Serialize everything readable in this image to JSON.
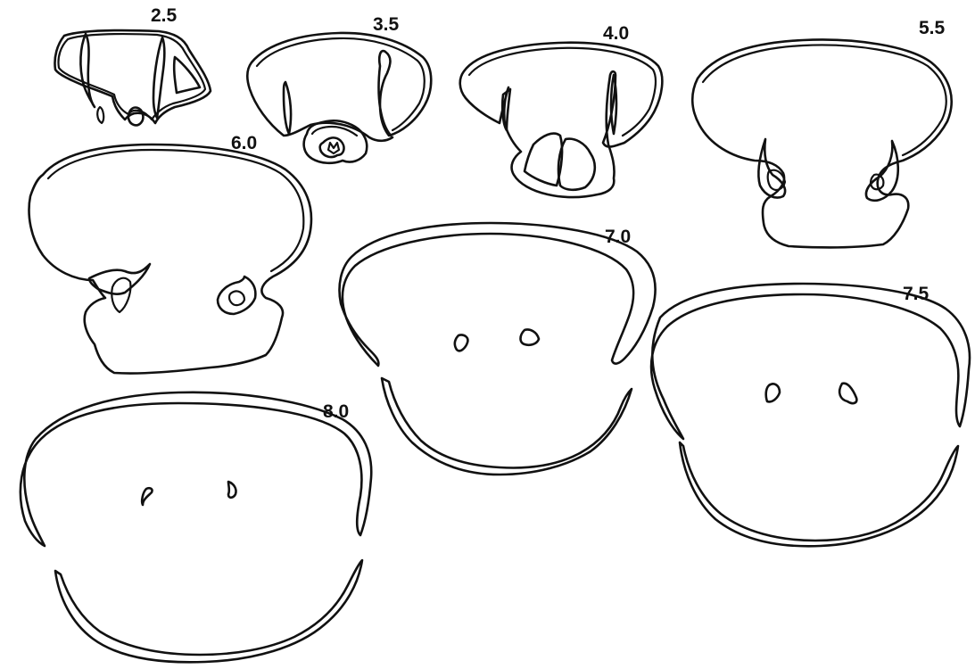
{
  "figure": {
    "line_color": "#111111",
    "background": "#ffffff",
    "sections": [
      {
        "id": "s25",
        "label": "2.5"
      },
      {
        "id": "s35",
        "label": "3.5"
      },
      {
        "id": "s40",
        "label": "4.0"
      },
      {
        "id": "s55",
        "label": "5.5"
      },
      {
        "id": "s60",
        "label": "6.0"
      },
      {
        "id": "s70",
        "label": "7.0"
      },
      {
        "id": "s75",
        "label": "7.5"
      },
      {
        "id": "s80",
        "label": "8.0"
      }
    ]
  }
}
